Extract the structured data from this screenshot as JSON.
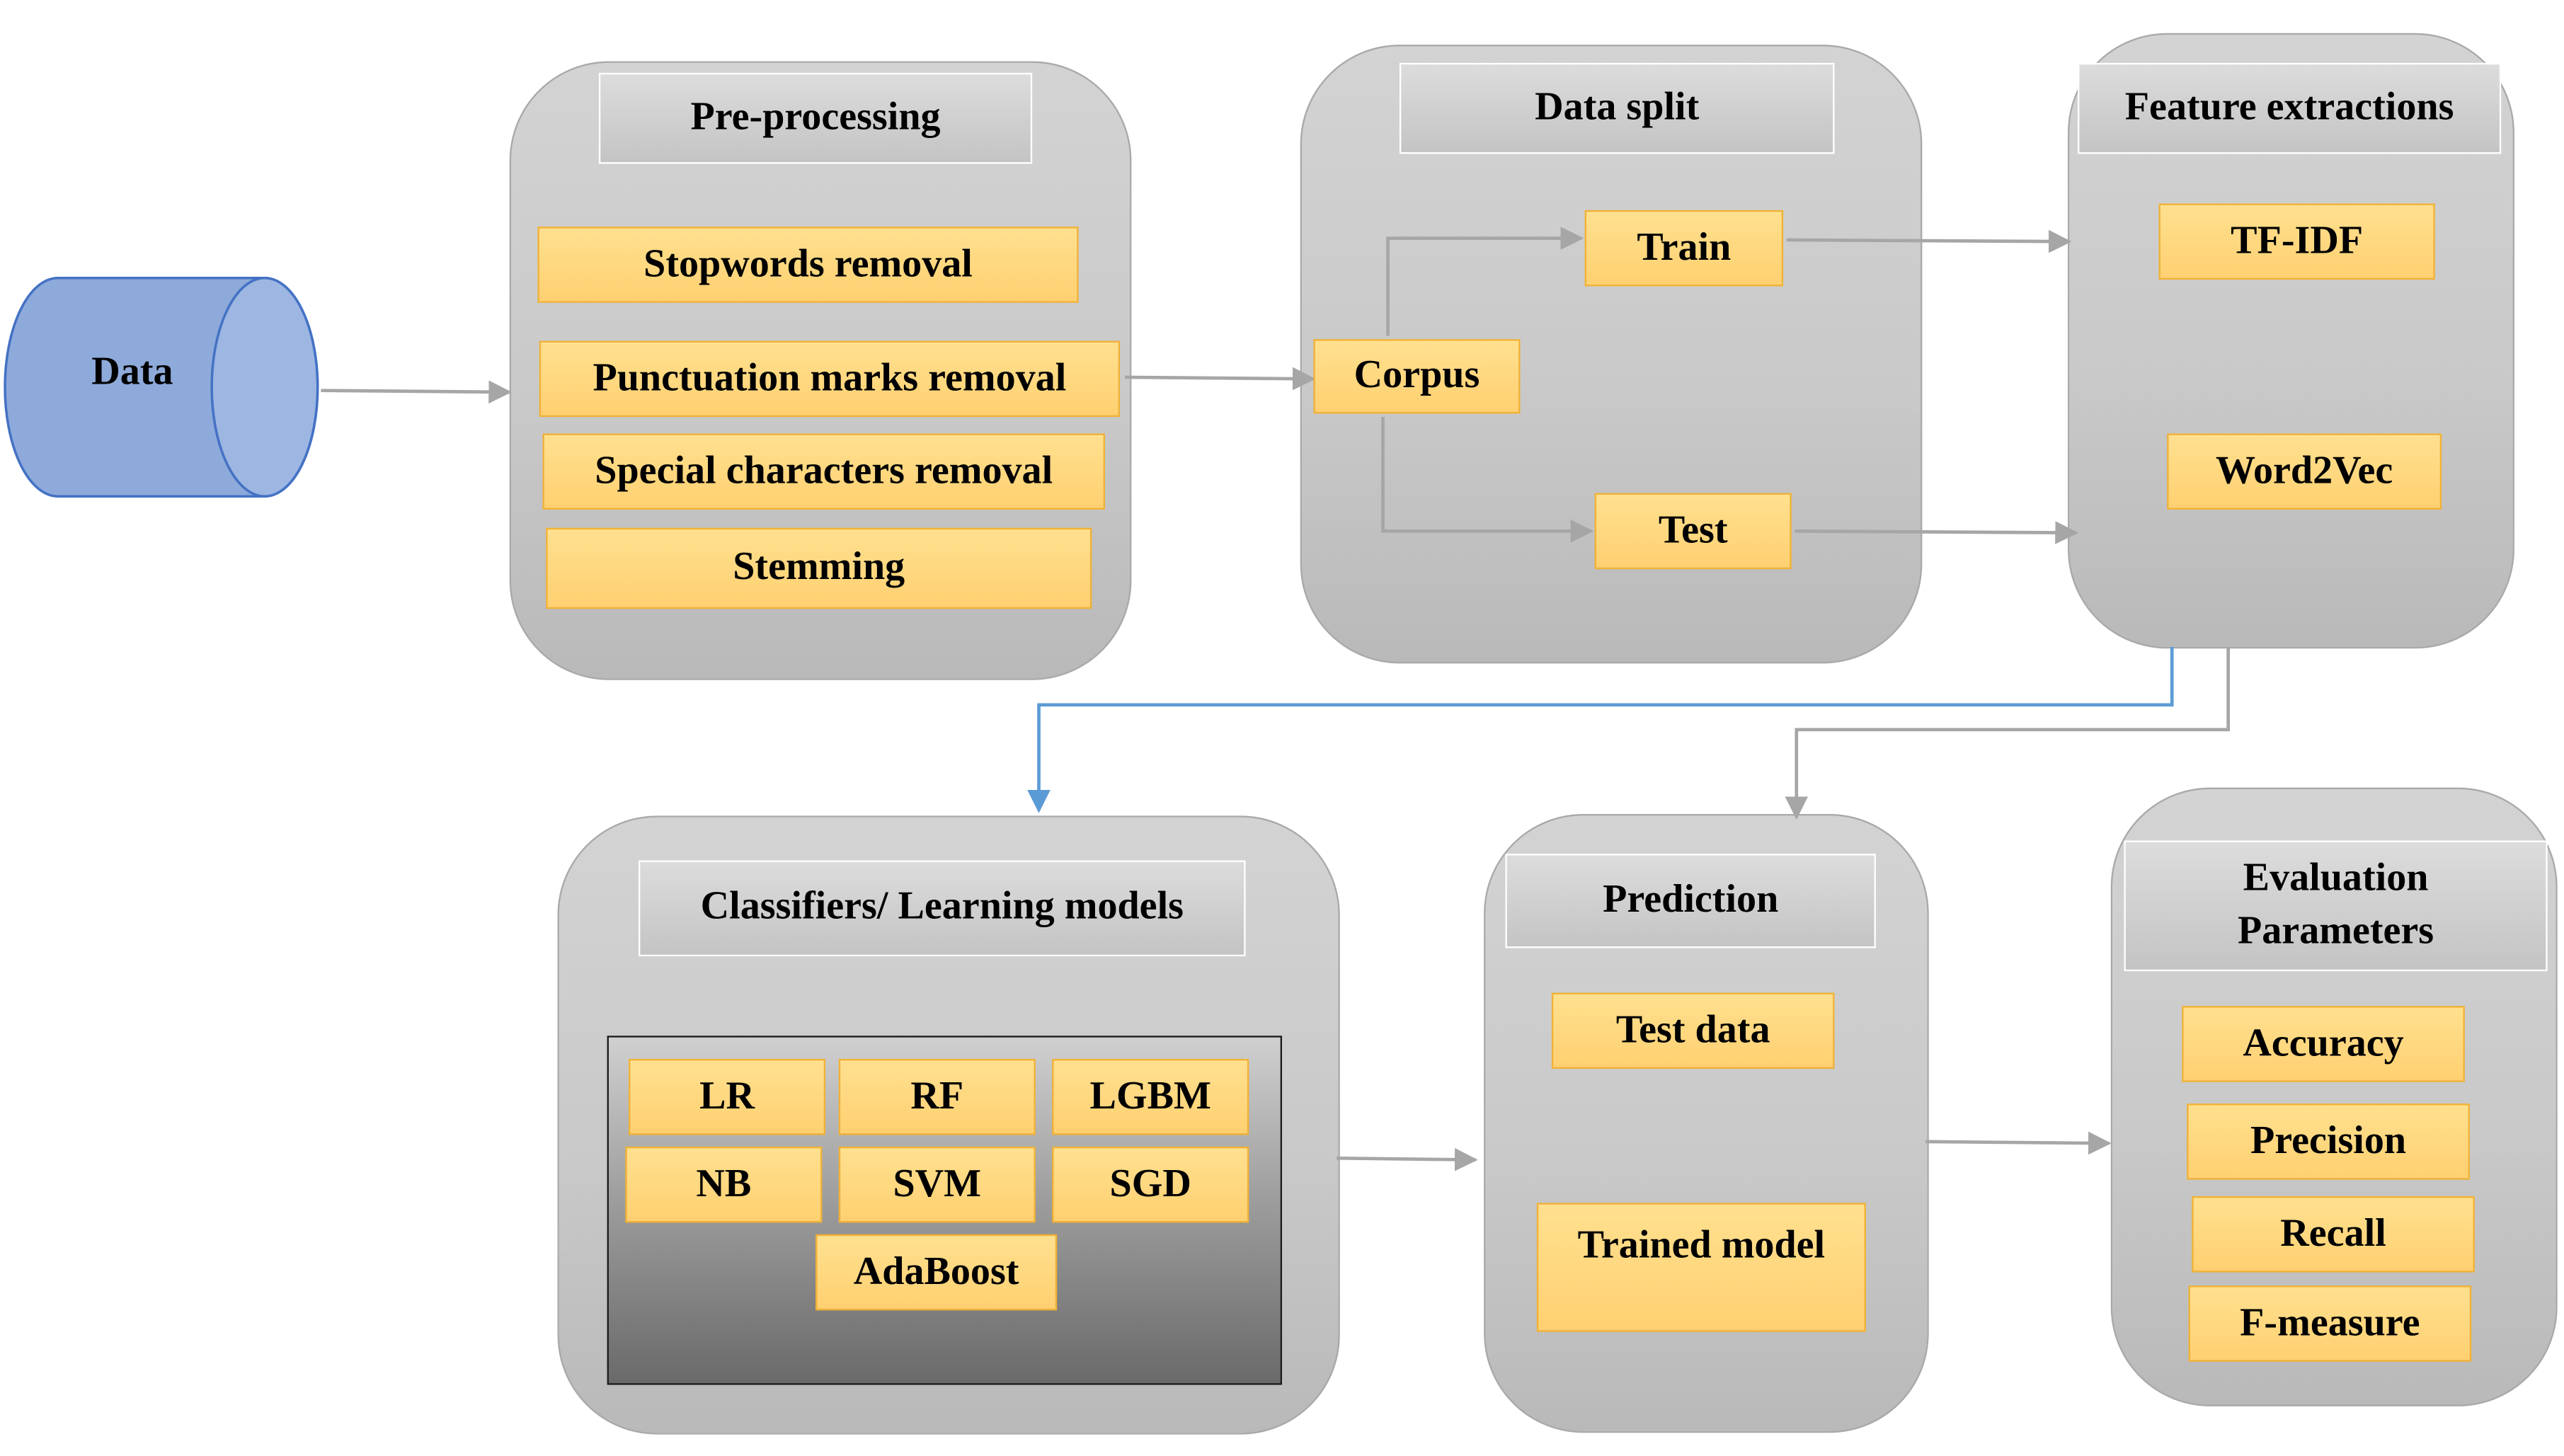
{
  "data_source": {
    "label": "Data"
  },
  "preprocessing": {
    "title": "Pre-processing",
    "steps": [
      "Stopwords removal",
      "Punctuation marks removal",
      "Special characters removal",
      "Stemming"
    ]
  },
  "data_split": {
    "title": "Data split",
    "corpus": "Corpus",
    "train": "Train",
    "test": "Test"
  },
  "feature_extraction": {
    "title": "Feature extractions",
    "methods": [
      "TF-IDF",
      "Word2Vec"
    ]
  },
  "classifiers": {
    "title": "Classifiers/ Learning models",
    "models": [
      "LR",
      "RF",
      "LGBM",
      "NB",
      "SVM",
      "SGD",
      "AdaBoost"
    ]
  },
  "prediction": {
    "title": "Prediction",
    "inputs": [
      "Test data",
      "Trained model"
    ]
  },
  "evaluation": {
    "title_line1": "Evaluation",
    "title_line2": "Parameters",
    "metrics": [
      "Accuracy",
      "Precision",
      "Recall",
      "F-measure"
    ]
  },
  "colors": {
    "panel_fill": "#cccccc",
    "box_fill": "#ffd880",
    "box_border": "#f2b233",
    "cylinder_fill": "#8ea9db",
    "cylinder_border": "#4472c4",
    "connector_gray": "#a6a6a6",
    "connector_blue": "#5b9bd5"
  }
}
